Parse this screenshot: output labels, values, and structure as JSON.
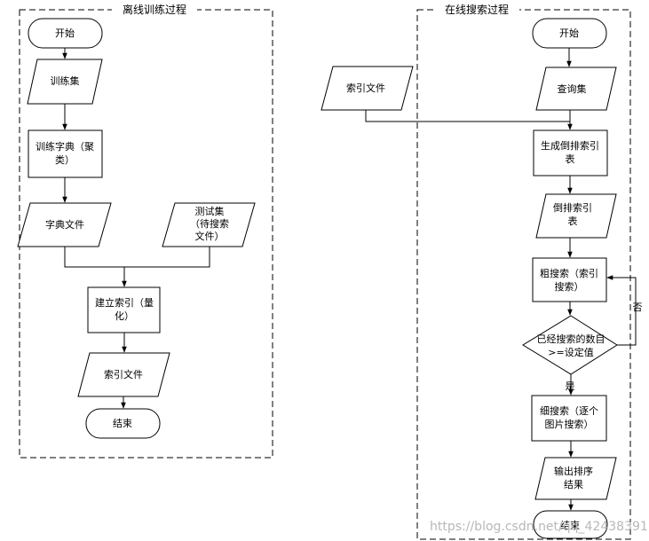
{
  "offline": {
    "title": "离线训练过程",
    "start": "开始",
    "train_set": "训练集",
    "train_dict": [
      "训练字典（聚",
      "类）"
    ],
    "dict_file": "字典文件",
    "test_set": [
      "测试集",
      "（待搜索",
      "文件）"
    ],
    "build_index": [
      "建立索引（量",
      "化）"
    ],
    "index_file": "索引文件",
    "end": "结束"
  },
  "online": {
    "title": "在线搜索过程",
    "start": "开始",
    "index_file_input": "索引文件",
    "query_set": "查询集",
    "gen_inverted": [
      "生成倒排索引",
      "表"
    ],
    "inverted_table": [
      "倒排索引",
      "表"
    ],
    "coarse_search": [
      "粗搜索（索引",
      "搜索）"
    ],
    "decision": [
      "已经搜索的数目",
      ">=设定值"
    ],
    "no_label": "否",
    "yes_label": "是",
    "fine_search": [
      "细搜索（逐个",
      "图片搜索）"
    ],
    "output": [
      "输出排序",
      "结果"
    ],
    "end": "结束"
  },
  "watermark": "https://blog.csdn.net/qq_42438391"
}
